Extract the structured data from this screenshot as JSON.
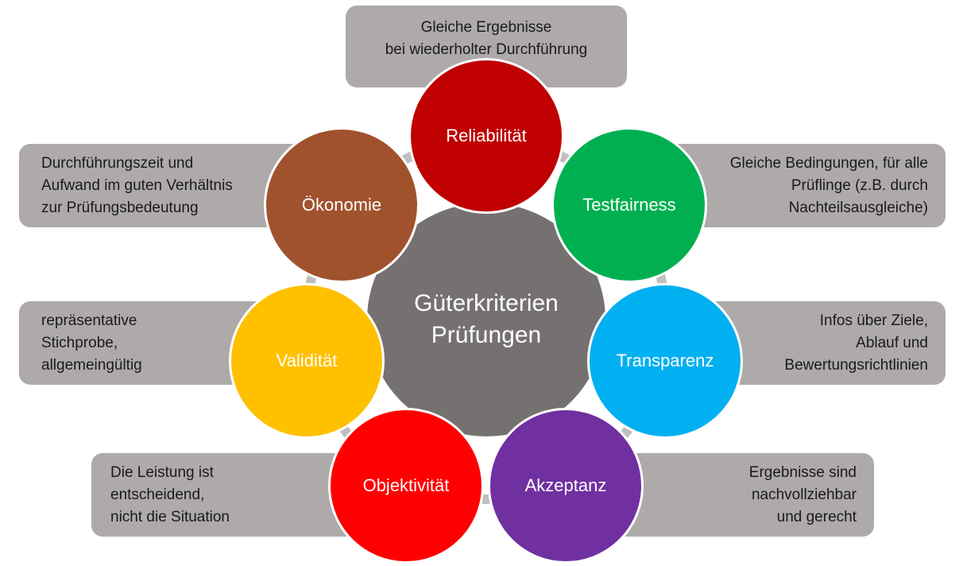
{
  "center": {
    "line1": "Güterkriterien",
    "line2": "Prüfungen",
    "color": "#767171"
  },
  "nodes": [
    {
      "label": "Reliabilität",
      "color": "#c00000"
    },
    {
      "label": "Testfairness",
      "color": "#00b050"
    },
    {
      "label": "Transparenz",
      "color": "#00b0f0"
    },
    {
      "label": "Akzeptanz",
      "color": "#7030a0"
    },
    {
      "label": "Objektivität",
      "color": "#ff0000"
    },
    {
      "label": "Validität",
      "color": "#ffc000"
    },
    {
      "label": "Ökonomie",
      "color": "#a0522d"
    }
  ],
  "descriptions": {
    "reliabilitaet": [
      "Gleiche Ergebnisse",
      "bei wiederholter Durchführung"
    ],
    "testfairness": [
      "Gleiche Bedingungen, für alle",
      "Prüflinge (z.B. durch",
      "Nachteilsausgleiche)"
    ],
    "transparenz": [
      "Infos über Ziele,",
      "Ablauf und",
      "Bewertungsrichtlinien"
    ],
    "akzeptanz": [
      "Ergebnisse sind",
      "nachvollziehbar",
      "und gerecht"
    ],
    "objektivitaet": [
      "Die Leistung ist",
      "entscheidend,",
      "nicht die Situation"
    ],
    "validitaet": [
      "repräsentative",
      "Stichprobe,",
      "allgemeingültig"
    ],
    "oekonomie": [
      "Durchführungszeit und",
      "Aufwand im guten Verhältnis",
      "zur Prüfungsbedeutung"
    ]
  },
  "colors": {
    "box_background": "#aeaaaa",
    "ring": "#bfbfbf"
  }
}
